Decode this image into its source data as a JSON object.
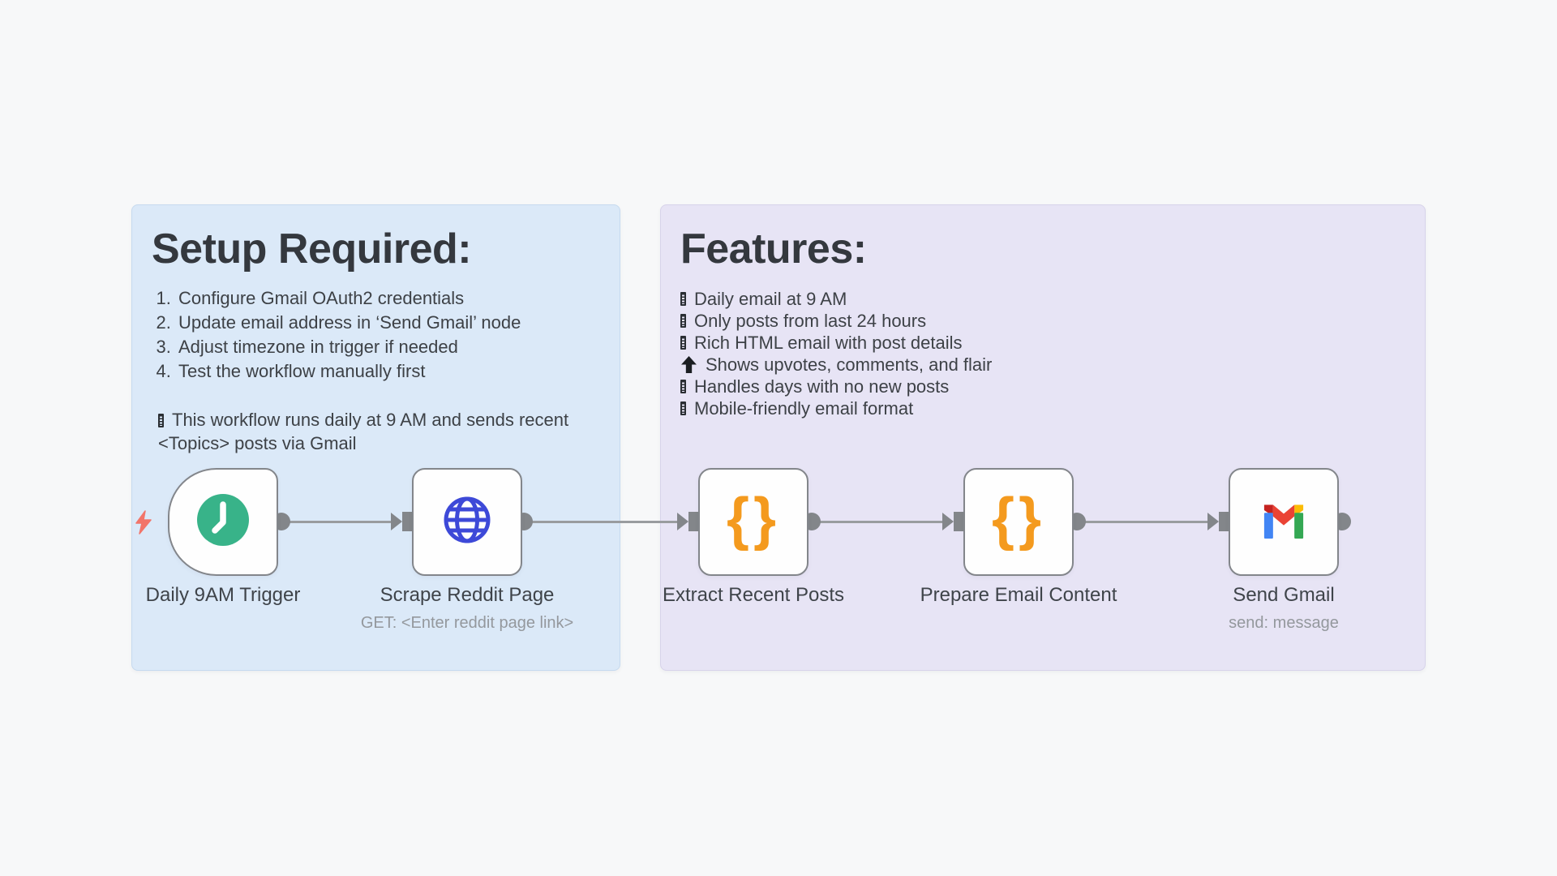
{
  "canvas": {
    "background_color": "#f7f8f9"
  },
  "notes": [
    {
      "title": "Setup Required:",
      "background_color": "#dbe9f8",
      "items": [
        "Configure Gmail OAuth2 credentials",
        "Update email address in ‘Send Gmail’ node",
        "Adjust timezone in trigger if needed",
        "Test the workflow manually first"
      ],
      "paragraph_icon": "tofu-box-icon",
      "paragraph": "This workflow runs daily at 9 AM and sends recent <Topics> posts via Gmail"
    },
    {
      "title": "Features:",
      "background_color": "#e7e4f5",
      "items": [
        {
          "icon": "tofu-box-icon",
          "text": "Daily email at 9 AM"
        },
        {
          "icon": "tofu-box-icon",
          "text": "Only posts from last 24 hours"
        },
        {
          "icon": "tofu-box-icon",
          "text": "Rich HTML email with post details"
        },
        {
          "icon": "arrow-up-icon",
          "text": "Shows upvotes, comments, and flair"
        },
        {
          "icon": "tofu-box-icon",
          "text": "Handles days with no new posts"
        },
        {
          "icon": "tofu-box-icon",
          "text": "Mobile-friendly email format"
        }
      ]
    }
  ],
  "nodes": [
    {
      "name": "Daily 9AM Trigger",
      "subtitle": "",
      "icon": "clock-icon",
      "icon_color": "#38b389"
    },
    {
      "name": "Scrape Reddit Page",
      "subtitle": "GET: <Enter reddit page link>",
      "icon": "globe-icon",
      "icon_color": "#3d49d8"
    },
    {
      "name": "Extract Recent Posts",
      "subtitle": "",
      "icon": "code-braces-icon",
      "icon_color": "#f49a1e"
    },
    {
      "name": "Prepare Email Content",
      "subtitle": "",
      "icon": "code-braces-icon",
      "icon_color": "#f49a1e"
    },
    {
      "name": "Send Gmail",
      "subtitle": "send: message",
      "icon": "gmail-icon"
    }
  ],
  "icons": {
    "code_braces_glyph": "{}"
  },
  "connector_color": "#83868a",
  "trigger_bolt_color": "#f2756a",
  "gmail_palette": {
    "red": "#ea4335",
    "dark_red": "#c5221f",
    "blue": "#4285f4",
    "green": "#34a853",
    "yellow": "#fbbc05"
  }
}
